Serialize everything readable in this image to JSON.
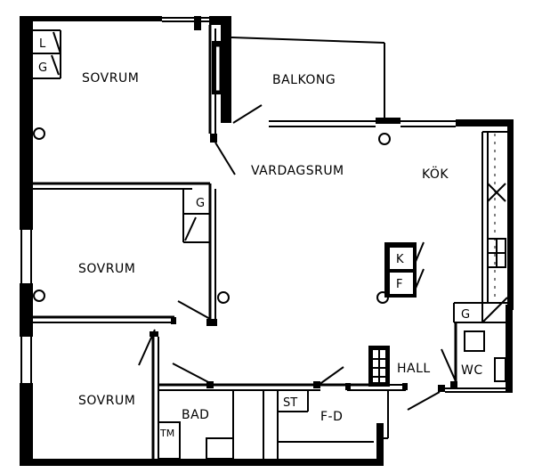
{
  "rooms": {
    "bedroom_top": "SOVRUM",
    "balcony": "BALKONG",
    "living": "VARDAGSRUM",
    "kitchen": "KÖK",
    "bedroom_middle": "SOVRUM",
    "bedroom_bottom": "SOVRUM",
    "bath": "BAD",
    "hall": "HALL",
    "wc": "WC",
    "fd": "F-D"
  },
  "closets": {
    "linen": "L",
    "wardrobe_top": "G",
    "wardrobe_middle": "G",
    "kitchen_fridge": "K",
    "kitchen_freezer": "F",
    "hall_wardrobe": "G",
    "storage": "ST",
    "washer": "TM"
  }
}
